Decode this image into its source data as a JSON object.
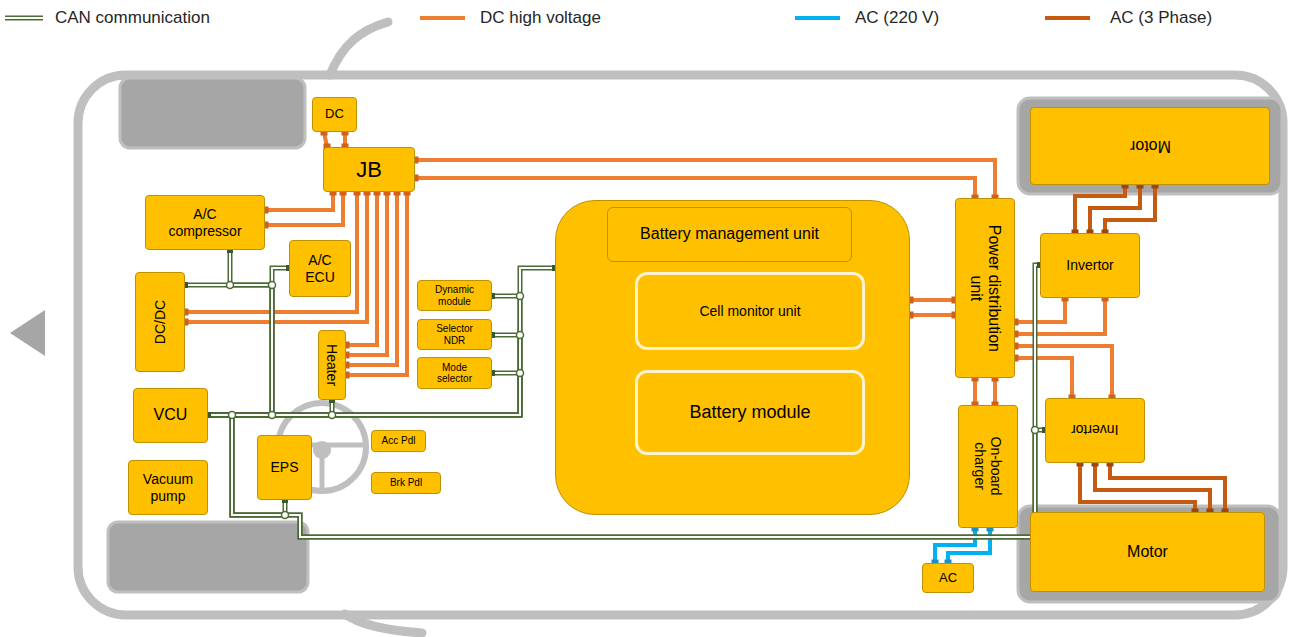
{
  "diagram": {
    "nodes": [
      {
        "text": [
          "DC"
        ]
      },
      {
        "text": [
          "JB"
        ]
      },
      {
        "text": [
          "A/C compressor"
        ]
      },
      {
        "text": [
          "A/C ECU"
        ]
      },
      {
        "text": [
          "DC/DC"
        ]
      },
      {
        "text": [
          "Heater"
        ]
      },
      {
        "text": [
          "VCU"
        ]
      },
      {
        "text": [
          "Vacuum pump"
        ]
      },
      {
        "text": [
          "EPS"
        ]
      },
      {
        "text": [
          "Dynamic module"
        ]
      },
      {
        "text": [
          "Selector NDR"
        ]
      },
      {
        "text": [
          "Mode selector"
        ]
      },
      {
        "text": [
          "Acc Pdl"
        ]
      },
      {
        "text": [
          "Brk Pdl"
        ]
      },
      {
        "text": []
      },
      {
        "text": [
          "Battery management unit"
        ],
        "in": 14
      },
      {
        "text": [
          "Cell monitor unit"
        ],
        "in": 14
      },
      {
        "text": [
          "Battery module"
        ],
        "in": 14
      },
      {
        "text": [
          "Power distribution unit"
        ]
      },
      {
        "text": [
          "On-board charger"
        ]
      },
      {
        "text": [
          "Motor"
        ]
      },
      {
        "text": [
          "Invertor"
        ]
      },
      {
        "text": [
          "Invertor"
        ]
      },
      {
        "text": [
          "Motor"
        ]
      },
      {
        "text": [
          "AC"
        ]
      }
    ],
    "edges": [
      {
        "from": 0,
        "to": 1,
        "arrow": "none"
      },
      {
        "from": 1,
        "to": 2,
        "arrow": "none"
      },
      {
        "from": 1,
        "to": 4,
        "arrow": "none"
      },
      {
        "from": 1,
        "to": 5,
        "arrow": "none"
      },
      {
        "from": 1,
        "to": 18,
        "arrow": "none"
      },
      {
        "from": 18,
        "to": 14,
        "arrow": "none"
      },
      {
        "from": 18,
        "to": 21,
        "arrow": "none"
      },
      {
        "from": 18,
        "to": 22,
        "arrow": "none"
      },
      {
        "from": 18,
        "to": 19,
        "arrow": "none"
      },
      {
        "from": 21,
        "to": 20,
        "arrow": "none"
      },
      {
        "from": 22,
        "to": 23,
        "arrow": "none"
      },
      {
        "from": 24,
        "to": 19,
        "arrow": "none"
      },
      {
        "from": 6,
        "to": 2,
        "arrow": "none"
      },
      {
        "from": 6,
        "to": 3,
        "arrow": "none"
      },
      {
        "from": 6,
        "to": 4,
        "arrow": "none"
      },
      {
        "from": 6,
        "to": 5,
        "arrow": "none"
      },
      {
        "from": 6,
        "to": 9,
        "arrow": "none"
      },
      {
        "from": 6,
        "to": 10,
        "arrow": "none"
      },
      {
        "from": 6,
        "to": 11,
        "arrow": "none"
      },
      {
        "from": 6,
        "to": 14,
        "arrow": "none"
      },
      {
        "from": 6,
        "to": 8,
        "arrow": "none"
      },
      {
        "from": 6,
        "to": 21,
        "arrow": "none"
      },
      {
        "from": 6,
        "to": 22,
        "arrow": "none"
      }
    ],
    "legend": [
      {
        "text": "CAN communication"
      },
      {
        "text": "DC high voltage"
      },
      {
        "text": "AC (220 V)"
      },
      {
        "text": "AC (3 Phase)"
      }
    ]
  }
}
